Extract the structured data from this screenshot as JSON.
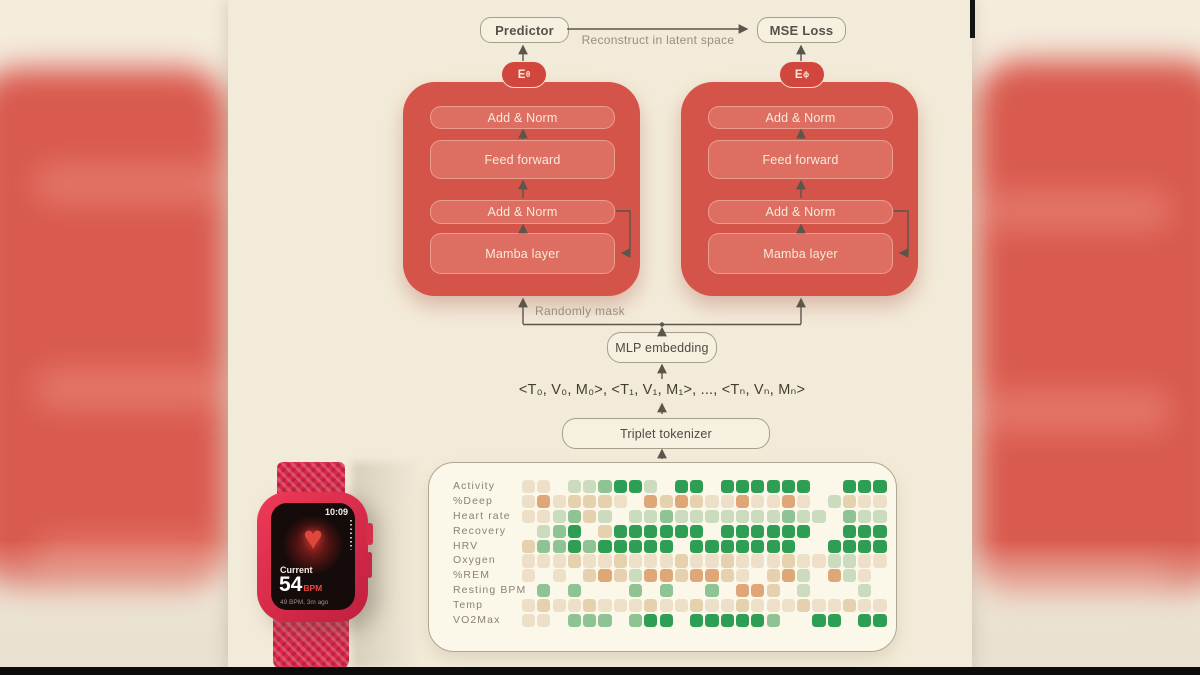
{
  "colors": {
    "panel_bg": "#f3ebd9",
    "margin_bg": "#f4ecdd",
    "block_red": "#d5544a",
    "layer_bar_red": "#de6e62",
    "badge_red": "#d2473d",
    "outlined_box_bg": "#f6f0e1",
    "outlined_box_border": "#a89d8b",
    "arrow": "#5b554c",
    "heatmap_panel_bg": "#fbf7e9",
    "heatmap_dark_green": "#2f9e55",
    "watch_band_red": "#dd2649"
  },
  "top": {
    "predictor_label": "Predictor",
    "mse_loss_label": "MSE Loss",
    "reconstruct_label": "Reconstruct in latent space"
  },
  "encoders": [
    {
      "name": "context-encoder",
      "badge_base": "E",
      "badge_sub": "θ",
      "layers": [
        "Add & Norm",
        "Feed forward",
        "Add & Norm",
        "Mamba layer"
      ]
    },
    {
      "name": "target-encoder",
      "badge_base": "E",
      "badge_sub": "ϕ",
      "layers": [
        "Add & Norm",
        "Feed forward",
        "Add & Norm",
        "Mamba layer"
      ]
    }
  ],
  "middle": {
    "randomly_mask_label": "Randomly mask",
    "mlp_label": "MLP embedding",
    "tokens_label": "<T₀, V₀, M₀>, <T₁, V₁, M₁>, ..., <Tₙ, Vₙ, Mₙ>",
    "tokenizer_label": "Triplet tokenizer"
  },
  "heatmap": {
    "row_labels": [
      "Activity",
      "%Deep",
      "Heart rate",
      "Recovery",
      "HRV",
      "Oxygen",
      "%REM",
      "Resting BPM",
      "Temp",
      "VO2Max"
    ],
    "cell_colors": {
      "1": "#eee0c8",
      "2": "#e6d1ae",
      "3": "#dfa678",
      "4": "#cbdcbe",
      "5": "#8ec394",
      "6": "#2f9e55"
    },
    "grid": [
      "11.445664.66.666666..666",
      "1312221.32321131131.4211",
      "114524.4454444444544.544",
      ".456.2666666.666666..666",
      "2556566666.6666666..6666",
      "111211211121121112114411",
      "1.1.23243323321.234.341.",
      ".5.5...5.5..5.332.4...4.",
      "121121112112112111211211",
      "11.555.566.666665..66.66"
    ]
  },
  "watch": {
    "time": "10:09",
    "current_label": "Current",
    "bpm_value": "54",
    "bpm_unit": "BPM",
    "history": "49 BPM, 3m ago"
  }
}
